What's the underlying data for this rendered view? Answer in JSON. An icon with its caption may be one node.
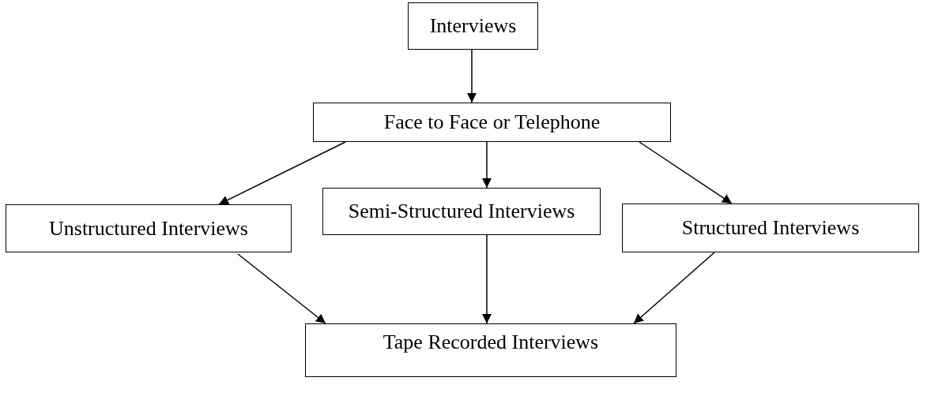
{
  "diagram": {
    "nodes": [
      {
        "text": [
          "Interviews"
        ]
      },
      {
        "text": [
          "Face to Face or Telephone"
        ]
      },
      {
        "text": [
          "Unstructured Interviews"
        ]
      },
      {
        "text": [
          "Semi-Structured Interviews"
        ]
      },
      {
        "text": [
          "Structured Interviews"
        ]
      },
      {
        "text": [
          "Tape Recorded Interviews"
        ]
      }
    ],
    "edges": [
      {
        "from": 0,
        "to": 1,
        "arrow": "to"
      },
      {
        "from": 1,
        "to": 2,
        "arrow": "to"
      },
      {
        "from": 1,
        "to": 3,
        "arrow": "to"
      },
      {
        "from": 1,
        "to": 4,
        "arrow": "to"
      },
      {
        "from": 2,
        "to": 5,
        "arrow": "to"
      },
      {
        "from": 3,
        "to": 5,
        "arrow": "to"
      },
      {
        "from": 4,
        "to": 5,
        "arrow": "to"
      }
    ]
  }
}
